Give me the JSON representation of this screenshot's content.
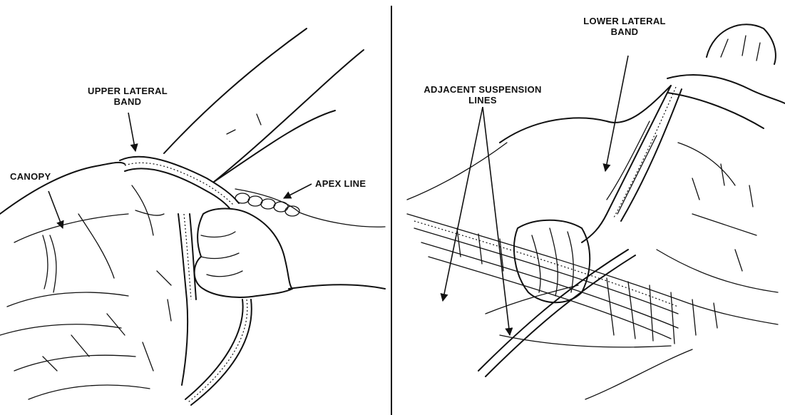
{
  "left_figure": {
    "labels": {
      "canopy": "CANOPY",
      "upper_lateral_band_line1": "UPPER LATERAL",
      "upper_lateral_band_line2": "BAND",
      "apex_line": "APEX LINE"
    }
  },
  "right_figure": {
    "labels": {
      "lower_lateral_band_line1": "LOWER LATERAL",
      "lower_lateral_band_line2": "BAND",
      "adjacent_suspension_lines_line1": "ADJACENT SUSPENSION",
      "adjacent_suspension_lines_line2": "LINES"
    }
  }
}
